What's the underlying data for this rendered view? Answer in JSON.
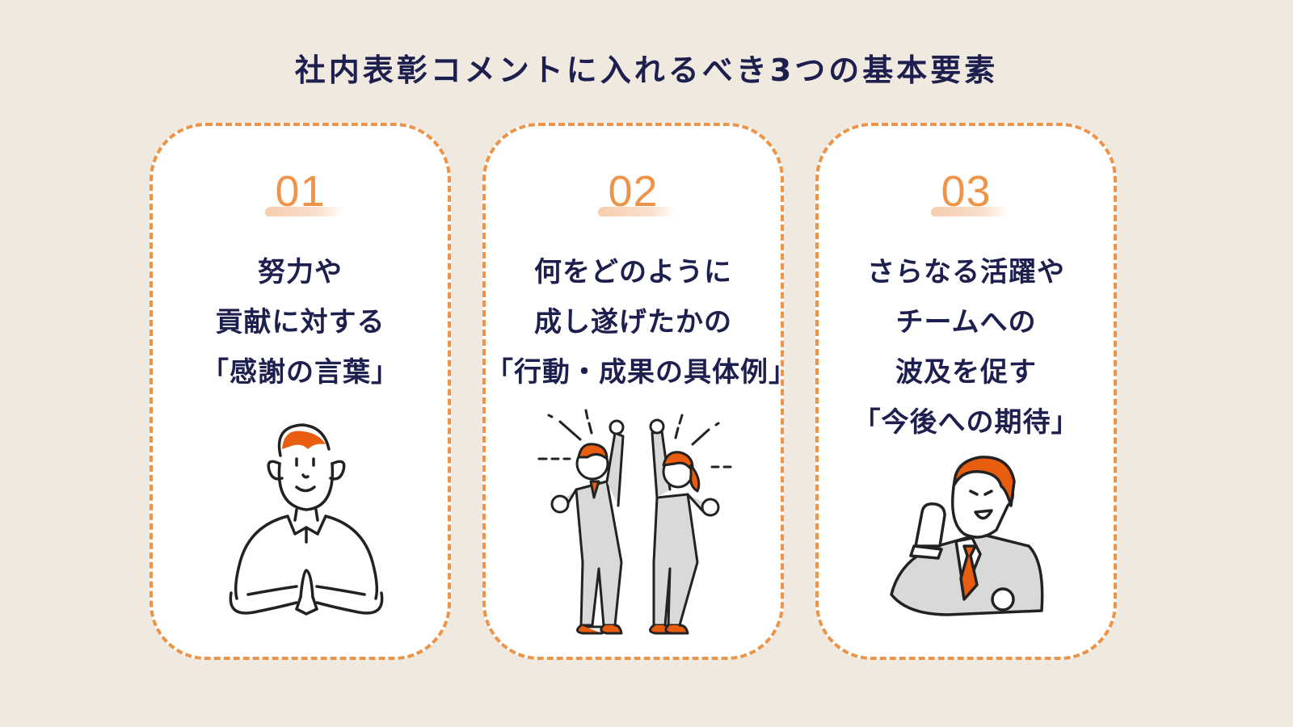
{
  "title": "社内表彰コメントに入れるべき3つの基本要素",
  "colors": {
    "background": "#efe9df",
    "card": "#ffffff",
    "accent_orange": "#ee9448",
    "text_navy": "#1d1f4e",
    "illustration_orange": "#e85d10",
    "suit_gray": "#d9d9d9"
  },
  "cards": [
    {
      "number": "01",
      "lines": [
        "努力や",
        "貢献に対する",
        "「感謝の言葉」"
      ],
      "illustration": "man-praying-thanks-icon"
    },
    {
      "number": "02",
      "lines": [
        "何をどのように",
        "成し遂げたかの",
        "「行動・成果の具体例」"
      ],
      "illustration": "two-people-cheering-icon"
    },
    {
      "number": "03",
      "lines": [
        "さらなる活躍や",
        "チームへの",
        "波及を促す",
        "「今後への期待」"
      ],
      "illustration": "businessman-fist-pump-icon"
    }
  ]
}
